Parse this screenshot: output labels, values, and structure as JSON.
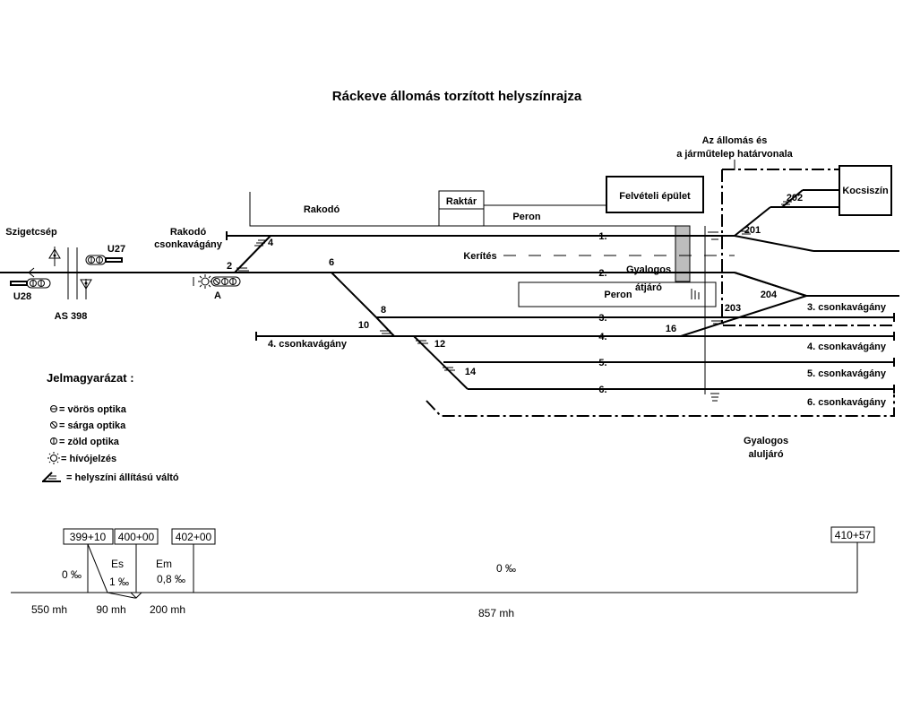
{
  "title": "Ráckeve állomás torzított helyszínrajza",
  "boundary_label": [
    "Az állomás és",
    "a járműtelep határvonala"
  ],
  "labels": {
    "szigetcsep": "Szigetcsép",
    "u27": "U27",
    "u28": "U28",
    "as398": "AS 398",
    "signal_a": "A",
    "rakodo": "Rakodó",
    "rakodo_csonka": [
      "Rakodó",
      "csonkavágány"
    ],
    "raktar": "Raktár",
    "peron_top": "Peron",
    "peron_mid": "Peron",
    "felveteli": "Felvételi épület",
    "kocsiszin": "Kocsiszín",
    "kerites": "Kerítés",
    "gyalogos_atjaro": [
      "Gyalogos",
      "átjáró"
    ],
    "gyalogos_aluljaro": [
      "Gyalogos",
      "aluljáró"
    ]
  },
  "tracks": [
    {
      "id": "t1",
      "label": "1."
    },
    {
      "id": "t2",
      "label": "2."
    },
    {
      "id": "t3",
      "label": "3."
    },
    {
      "id": "t4",
      "label": "4."
    },
    {
      "id": "t5",
      "label": "5."
    },
    {
      "id": "t6",
      "label": "6."
    }
  ],
  "sidings": [
    {
      "id": "s4left",
      "label": "4. csonkavágány"
    },
    {
      "id": "s3",
      "label": "3. csonkavágány"
    },
    {
      "id": "s4",
      "label": "4. csonkavágány"
    },
    {
      "id": "s5",
      "label": "5. csonkavágány"
    },
    {
      "id": "s6",
      "label": "6. csonkavágány"
    }
  ],
  "switches": [
    "2",
    "4",
    "6",
    "8",
    "10",
    "12",
    "14",
    "16",
    "201",
    "202",
    "203",
    "204"
  ],
  "legend": {
    "title": "Jelmagyarázat :",
    "items": [
      {
        "icon": "red-optic-icon",
        "text": "= vörös optika"
      },
      {
        "icon": "yellow-optic-icon",
        "text": "= sárga optika"
      },
      {
        "icon": "green-optic-icon",
        "text": "= zöld optika"
      },
      {
        "icon": "call-signal-icon",
        "text": "= hívójelzés"
      },
      {
        "icon": "local-switch-icon",
        "text": "= helyszíni állítású váltó"
      }
    ]
  },
  "profile": {
    "chainages": [
      "399+10",
      "400+00",
      "402+00",
      "410+57"
    ],
    "gradients": [
      {
        "top": "",
        "value": "0 ‰",
        "length": "550 mh"
      },
      {
        "top": "Es",
        "value": "1 ‰",
        "length": "90 mh"
      },
      {
        "top": "Em",
        "value": "0,8 ‰",
        "length": "200 mh"
      },
      {
        "top": "",
        "value": "0 ‰",
        "length": "857 mh"
      }
    ]
  }
}
